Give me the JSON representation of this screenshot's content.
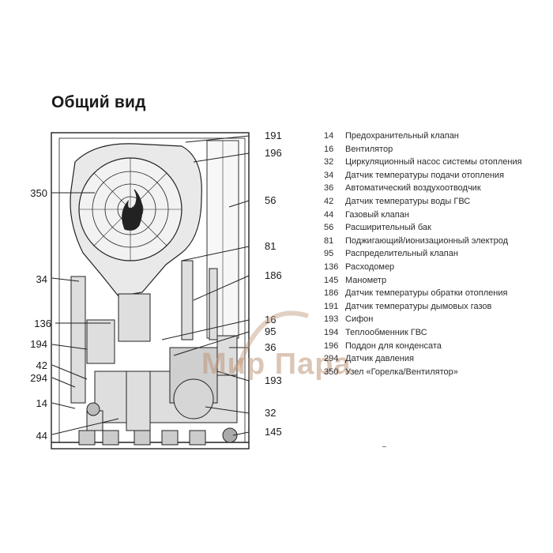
{
  "title": "Общий вид",
  "callouts_left": [
    "350",
    "34",
    "136",
    "194",
    "42",
    "294",
    "14",
    "44"
  ],
  "callouts_right": [
    "191",
    "196",
    "56",
    "81",
    "186",
    "16",
    "95",
    "36",
    "193",
    "32",
    "145"
  ],
  "legend": [
    {
      "num": "14",
      "text": "Предохранительный клапан"
    },
    {
      "num": "16",
      "text": "Вентилятор"
    },
    {
      "num": "32",
      "text": "Циркуляционный насос системы отопления"
    },
    {
      "num": "34",
      "text": "Датчик температуры подачи отопления"
    },
    {
      "num": "36",
      "text": "Автоматический воздухоотводчик"
    },
    {
      "num": "42",
      "text": "Датчик температуры воды ГВС"
    },
    {
      "num": "44",
      "text": "Газовый клапан"
    },
    {
      "num": "56",
      "text": "Расширительный бак"
    },
    {
      "num": "81",
      "text": "Поджигающий/ионизационный электрод"
    },
    {
      "num": "95",
      "text": "Распределительный клапан"
    },
    {
      "num": "136",
      "text": "Расходомер"
    },
    {
      "num": "145",
      "text": "Манометр"
    },
    {
      "num": "186",
      "text": "Датчик температуры обратки отопления"
    },
    {
      "num": "191",
      "text": "Датчик температуры дымовых газов"
    },
    {
      "num": "193",
      "text": "Сифон"
    },
    {
      "num": "194",
      "text": "Теплообменник ГВС"
    },
    {
      "num": "196",
      "text": "Поддон для конденсата"
    },
    {
      "num": "294",
      "text": "Датчик давления"
    },
    {
      "num": "350",
      "text": "Узел «Горелка/Вентилятор»"
    }
  ],
  "watermark": "Мир Пара"
}
